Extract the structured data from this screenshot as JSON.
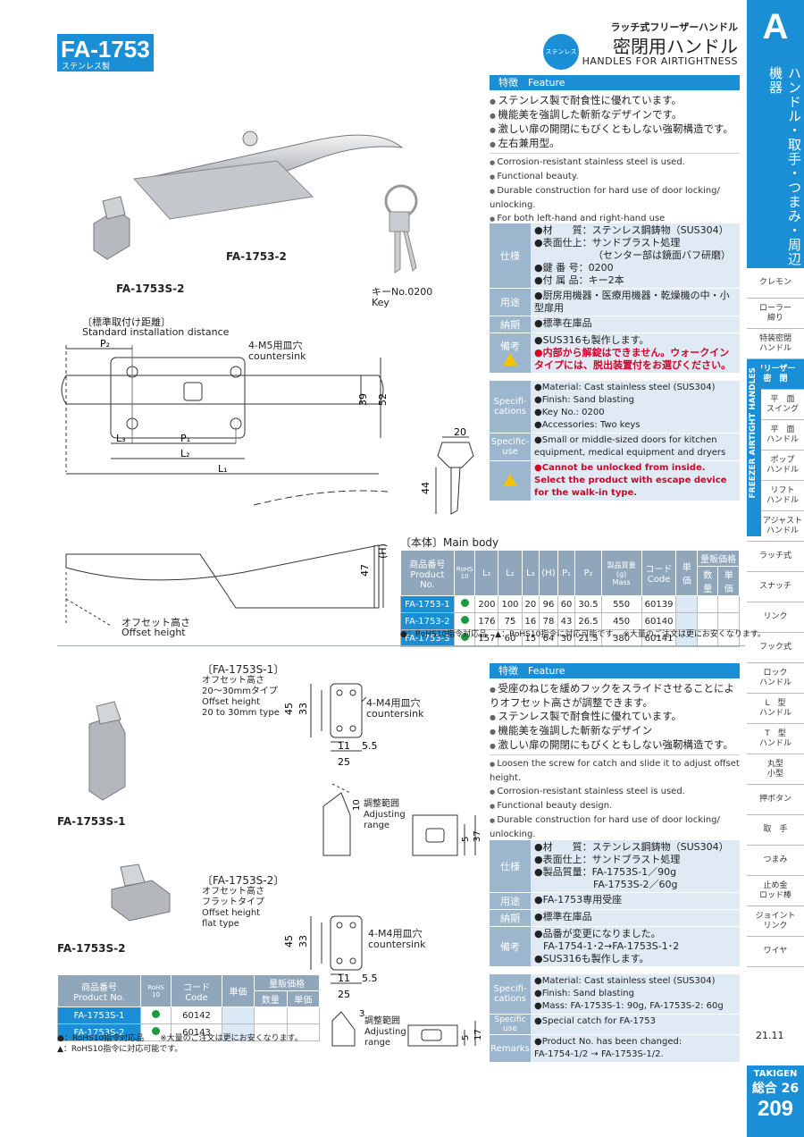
{
  "header": {
    "model": "FA-1753",
    "material_tag": "ステンレス製",
    "badge": "ステンレス",
    "category": "ラッチ式フリーザーハンドル",
    "title": "密閉用ハンドル",
    "subtitle": "HANDLES FOR AIRTIGHTNESS"
  },
  "side": {
    "letter": "A",
    "category": "ハンドル・取手・つまみ・周辺機器",
    "strip": "FREEZER AIRTIGHT HANDLES",
    "items": [
      "クレモン",
      "ローラー\n締り",
      "特装密閉\nハンドル",
      "フリーザー\n密　閉",
      "平　面\nスイング",
      "平　面\nハンドル",
      "ポップ\nハンドル",
      "リフト\nハンドル",
      "アジャスト\nハンドル",
      "ラッチ式",
      "スナッチ",
      "リンク",
      "フック式",
      "ロック\nハンドル",
      "L　型\nハンドル",
      "T　型\nハンドル",
      "丸型\n小型",
      "押ボタン",
      "取　手",
      "つまみ",
      "止め金\nロッド棒",
      "ジョイント\nリンク",
      "ワイヤ"
    ],
    "active_index": 3
  },
  "images": {
    "main_label": "FA-1753-2",
    "catch_label": "FA-1753S-2",
    "key_label_jp": "キーNo.0200",
    "key_label_en": "Key",
    "s1_label": "FA-1753S-1",
    "s2_label": "FA-1753S-2"
  },
  "drawing": {
    "std_jp": "〔標準取付け距離〕",
    "std_en": "Standard installation distance",
    "countersink_jp": "4-M5用皿穴",
    "countersink_en": "countersink",
    "dims": {
      "p2": "P₂",
      "l3": "L₃",
      "p1": "P₁",
      "l2": "L₂",
      "l1": "L₁",
      "d39": "39",
      "d52": "52",
      "d20": "20",
      "d44": "44",
      "h": "(H)",
      "d47": "47"
    },
    "offset_jp": "オフセット高さ",
    "offset_en": "Offset height",
    "main_body": "〔本体〕Main body"
  },
  "feature1": {
    "head_jp": "特徴",
    "head_en": "Feature",
    "jp": [
      "ステンレス製で耐食性に優れています。",
      "機能美を強調した斬新なデザインです。",
      "激しい扉の開閉にもびくともしない強靭構造です。",
      "左右兼用型。"
    ],
    "en": [
      "Corrosion-resistant stainless steel is used.",
      "Functional beauty.",
      "Durable construction for hard use of door locking/ unlocking.",
      "For both left-hand and right-hand use"
    ]
  },
  "spec1": {
    "k_spec": "仕様",
    "material": "●材　　質：ステンレス鋼鋳物（SUS304）",
    "finish": "●表面仕上：サンドブラスト処理",
    "finish2": "（センター部は鏡面バフ研磨）",
    "key": "●鍵 番 号：0200",
    "acc": "●付 属 品：キー2本",
    "k_use": "用途",
    "use": "●厨房用機器・医療用機器・乾燥機の中・小型扉用",
    "k_lead": "納期",
    "lead": "●標準在庫品",
    "k_note": "備考",
    "note1": "●SUS316も製作します。",
    "warn": "●内部から解錠はできません。ウォークインタイプには、脱出装置付をお選びください。",
    "k_spec_en": "Specifi-cations",
    "material_en": "●Material: Cast stainless steel (SUS304)",
    "finish_en": "●Finish: Sand blasting",
    "key_en": "●Key No.: 0200",
    "acc_en": "●Accessories: Two keys",
    "k_use_en": "Specific-use",
    "use_en": "●Small or middle-sized doors for kitchen equipment, medical equipment and dryers",
    "warn_en": "●Cannot be unlocked from inside. Select the product with escape device for the walk-in type."
  },
  "table1": {
    "headers": [
      "商品番号\nProduct No.",
      "RoHS\n10",
      "L₁",
      "L₂",
      "L₃",
      "(H)",
      "P₁",
      "P₂",
      "製品質量(g)\nMass",
      "コード\nCode",
      "単価",
      "量販価格"
    ],
    "sub": [
      "数量",
      "単価"
    ],
    "rows": [
      [
        "FA-1753-1",
        "200",
        "100",
        "20",
        "96",
        "60",
        "30.5",
        "550",
        "60139"
      ],
      [
        "FA-1753-2",
        "176",
        "75",
        "16",
        "78",
        "43",
        "26.5",
        "450",
        "60140"
      ],
      [
        "FA-1753-3",
        "157",
        "60",
        "15",
        "64",
        "30",
        "21.5",
        "380",
        "60141"
      ]
    ],
    "foot": "●：RoHS10指令対応品　▲：RoHS10指令に対応可能です。 ※大量のご注文は更にお安くなります。"
  },
  "s1": {
    "title": "〔FA-1753S-1〕",
    "l1": "オフセット高さ",
    "l2": "20～30mmタイプ",
    "l3": "Offset height",
    "l4": "20 to 30mm type",
    "cs_jp": "4-M4用皿穴",
    "cs_en": "countersink",
    "adj_jp": "調整範囲",
    "adj_en1": "Adjusting",
    "adj_en2": "range",
    "dims": {
      "d45": "45",
      "d33": "33",
      "d11": "11",
      "d55": "5.5",
      "d25": "25",
      "d10": "10",
      "d5": "5",
      "d37": "37"
    }
  },
  "s2": {
    "title": "〔FA-1753S-2〕",
    "l1": "オフセット高さ",
    "l2": "フラットタイプ",
    "l3": "Offset height",
    "l4": "flat type",
    "cs_jp": "4-M4用皿穴",
    "cs_en": "countersink",
    "adj_jp": "調整範囲",
    "adj_en1": "Adjusting",
    "adj_en2": "range",
    "dims": {
      "d45": "45",
      "d33": "33",
      "d11": "11",
      "d55": "5.5",
      "d25": "25",
      "d3": "3",
      "d5": "5",
      "d17": "17"
    }
  },
  "feature2": {
    "head_jp": "特徴",
    "head_en": "Feature",
    "jp": [
      "受座のねじを緩めフックをスライドさせることによりオフセット高さが調整できます。",
      "ステンレス製で耐食性に優れています。",
      "機能美を強調した斬新なデザイン",
      "激しい扉の開閉にもびくともしない強靭構造です。"
    ],
    "en": [
      "Loosen the screw for catch and slide it to adjust offset height.",
      "Corrosion-resistant stainless steel is used.",
      "Functional beauty design.",
      "Durable construction for hard use of door locking/ unlocking."
    ]
  },
  "spec2": {
    "k_spec": "仕様",
    "material": "●材　　質：ステンレス鋼鋳物（SUS304）",
    "finish": "●表面仕上：サンドブラスト処理",
    "mass": "●製品質量：FA-1753S-1／90g",
    "mass2": "FA-1753S-2／60g",
    "k_use": "用途",
    "use": "●FA-1753専用受座",
    "k_lead": "納期",
    "lead": "●標準在庫品",
    "k_note": "備考",
    "note1": "●品番が変更になりました。",
    "note2": "FA-1754-1･2→FA-1753S-1･2",
    "note3": "●SUS316も製作します。",
    "k_spec_en": "Specifi-cations",
    "material_en": "●Material: Cast stainless steel (SUS304)",
    "finish_en": "●Finish: Sand blasting",
    "mass_en": "●Mass: FA-1753S-1: 90g, FA-1753S-2: 60g",
    "k_use_en": "Specific use",
    "use_en": "●Special catch for FA-1753",
    "k_rem_en": "Remarks",
    "rem_en": "●Product No. has been changed:",
    "rem_en2": "FA-1754-1/2 → FA-1753S-1/2."
  },
  "table2": {
    "headers": [
      "商品番号\nProduct No.",
      "RoHS\n10",
      "コード\nCode",
      "単価",
      "量販価格"
    ],
    "sub": [
      "数量",
      "単価"
    ],
    "rows": [
      [
        "FA-1753S-1",
        "60142"
      ],
      [
        "FA-1753S-2",
        "60143"
      ]
    ],
    "foot1": "●：RoHS10指令対応品　　※大量のご注文は更にお安くなります。",
    "foot2": "▲：RoHS10指令に対応可能です。"
  },
  "footer": {
    "date": "21.11",
    "brand": "TAKIGEN",
    "general": "総合 26",
    "page": "209"
  }
}
